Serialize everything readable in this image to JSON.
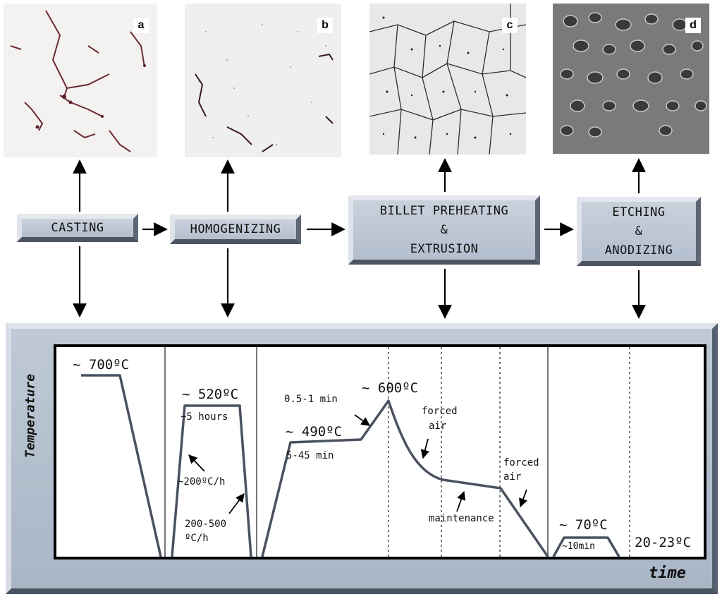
{
  "micrographs": [
    {
      "letter": "a"
    },
    {
      "letter": "b"
    },
    {
      "letter": "c"
    },
    {
      "letter": "d"
    }
  ],
  "steps": {
    "casting": [
      "CASTING"
    ],
    "homogenizing": [
      "HOMOGENIZING"
    ],
    "preheating": [
      "BILLET PREHEATING",
      "&",
      "EXTRUSION"
    ],
    "etching": [
      "ETCHING",
      "&",
      "ANODIZING"
    ]
  },
  "profile": {
    "ylabel": "Temperature",
    "xlabel": "time",
    "casting_temp": "~ 700ºC",
    "homog_temp": "~ 520ºC",
    "homog_time": "~5 hours",
    "heat_rate": "~200ºC/h",
    "cool_rate_1": "200-500",
    "cool_rate_2": "ºC/h",
    "preheat_temp": "~ 490ºC",
    "preheat_time": "5-45 min",
    "extrusion_time": "0.5-1 min",
    "extrusion_temp": "~ 600ºC",
    "forced_air_1a": "forced",
    "forced_air_1b": "air",
    "maintenance": "maintenance",
    "forced_air_2a": "forced",
    "forced_air_2b": "air",
    "anodize_temp": "~ 70ºC",
    "anodize_time": "~10min",
    "room_temp": "20-23ºC"
  },
  "colors": {
    "line": "#4a5260",
    "panel": "#b4bfcc",
    "box": "#bcc6d3"
  }
}
